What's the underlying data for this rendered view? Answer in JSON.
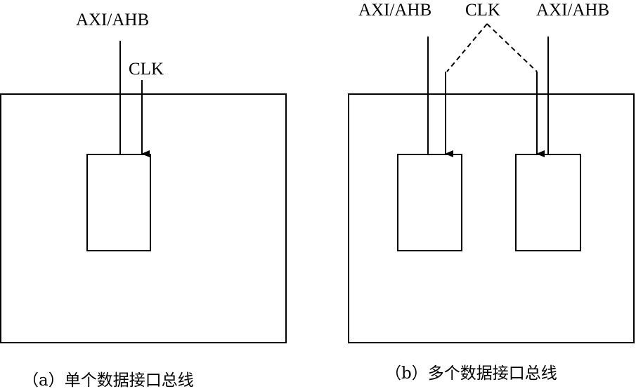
{
  "panel_a": {
    "bus_label": "AXI/AHB",
    "clk_label": "CLK",
    "caption": "（a）单个数据接口总线"
  },
  "panel_b": {
    "bus_label_left": "AXI/AHB",
    "clk_label": "CLK",
    "bus_label_right": "AXI/AHB",
    "caption": "（b）多个数据接口总线"
  },
  "colors": {
    "line": "#000000",
    "background": "#ffffff"
  }
}
